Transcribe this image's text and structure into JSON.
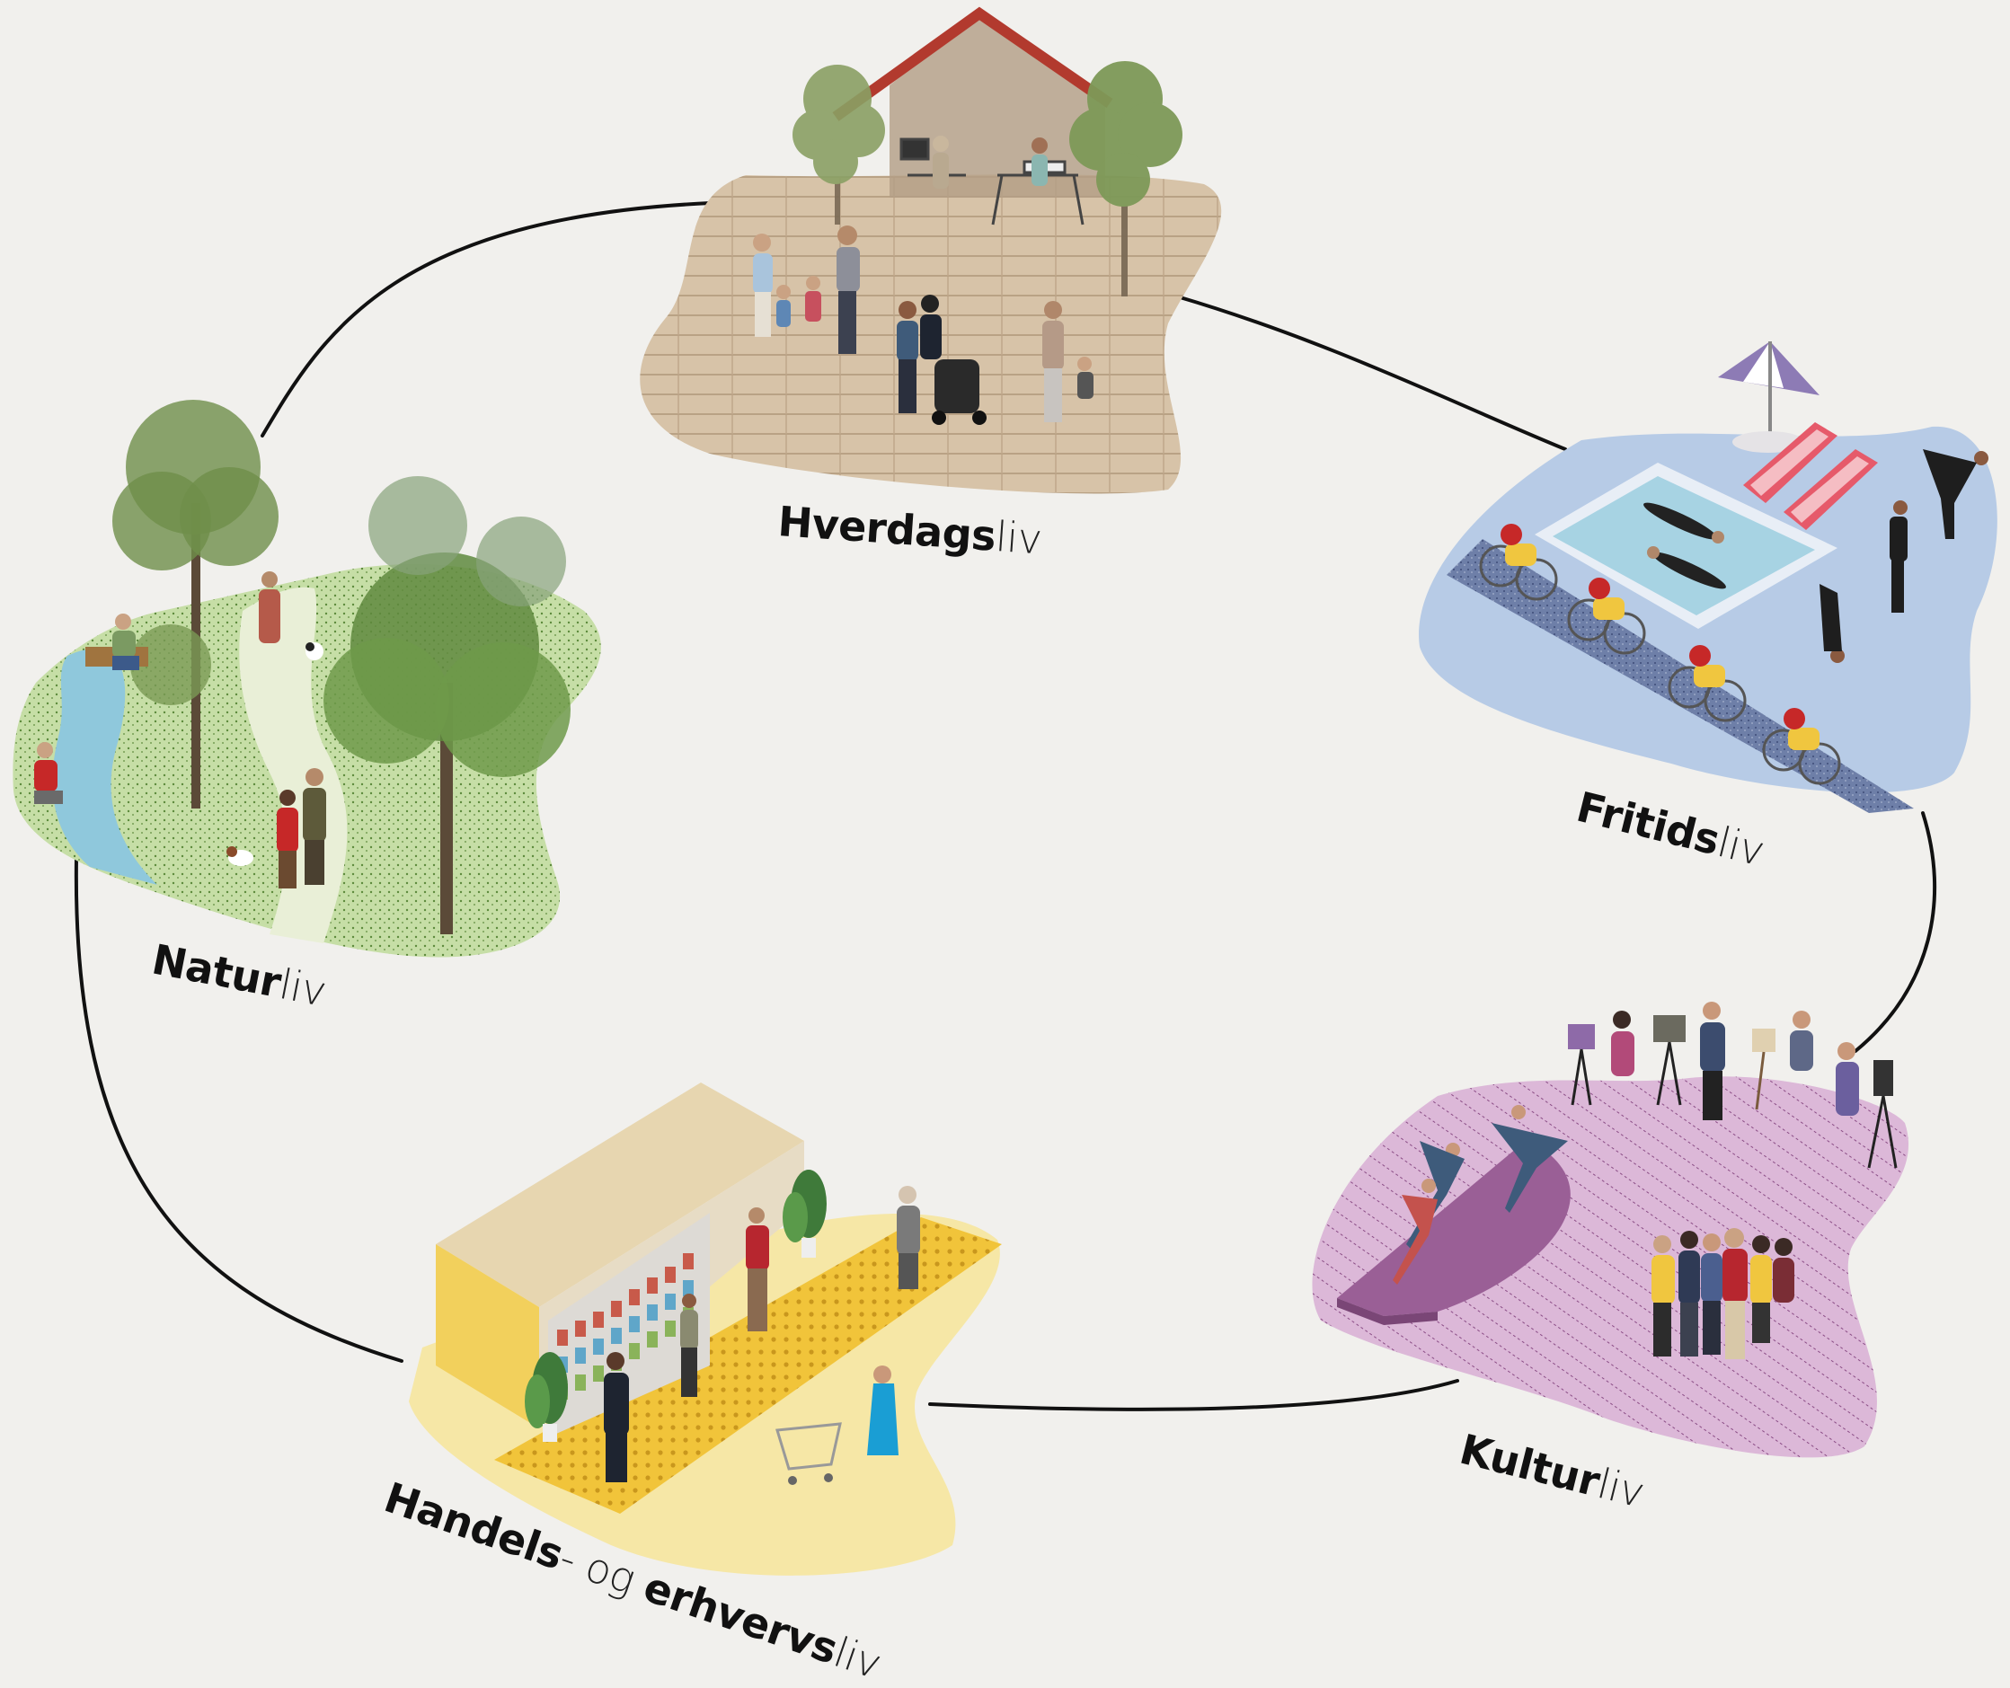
{
  "labels": {
    "hverdag": {
      "bold": "Hverdags",
      "suffix": "liv"
    },
    "fritid": {
      "bold": "Fritids",
      "suffix": "liv"
    },
    "kultur": {
      "bold": "Kultur",
      "suffix": "liv"
    },
    "handel": {
      "bold1": "Handels",
      "mid": "- og ",
      "bold2": "erhvervs",
      "suffix": "liv"
    },
    "natur": {
      "bold": "Natur",
      "suffix": "liv"
    }
  },
  "colors": {
    "background": "#f1f0ed",
    "hverdag_ground": "#d7c3a8",
    "hverdag_roof": "#b23a2e",
    "fritid_ground": "#b7cbe6",
    "fritid_pool": "#a7d3e3",
    "kultur_ground": "#dcb8d8",
    "kultur_stage": "#9a5f96",
    "handel_ground": "#f6e7a6",
    "handel_path": "#f1c43a",
    "natur_ground": "#c6dea6",
    "natur_water": "#8fc8dc",
    "cycle_line": "#111111"
  }
}
